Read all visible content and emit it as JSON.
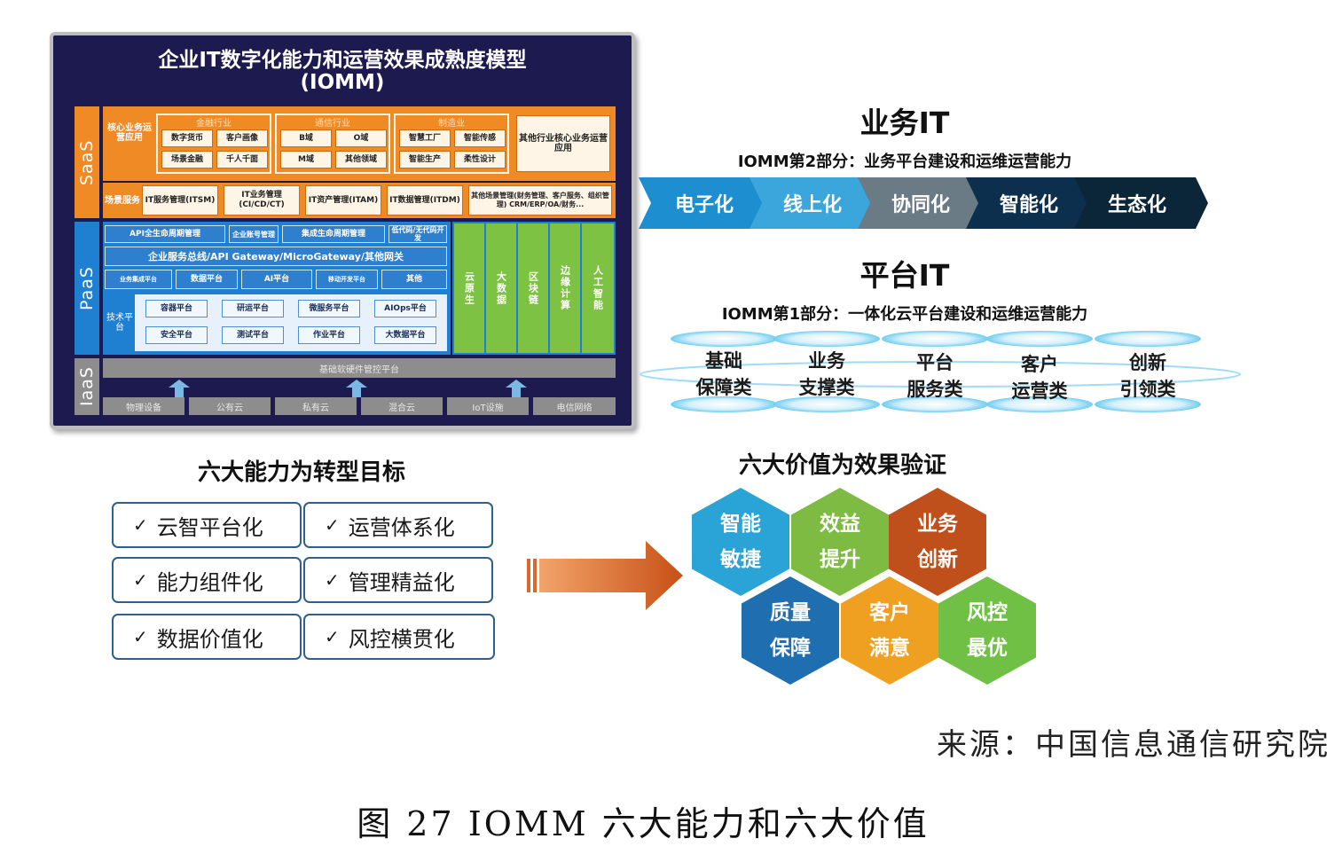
{
  "architecture": {
    "title_line1": "企业IT数字化能力和运营效果成熟度模型",
    "title_line2": "(IOMM)",
    "layers": {
      "saas": "SaaS",
      "paas": "PaaS",
      "iaas": "IaaS"
    },
    "saas": {
      "core_label": "核心业务运营应用",
      "groups": [
        {
          "name": "金融行业",
          "items": [
            "数字货币",
            "客户画像",
            "场景金融",
            "千人千面"
          ]
        },
        {
          "name": "通信行业",
          "items": [
            "B域",
            "O域",
            "M域",
            "其他领域"
          ]
        },
        {
          "name": "制造业",
          "items": [
            "智慧工厂",
            "智能传感",
            "智能生产",
            "柔性设计"
          ]
        }
      ],
      "other_industry": "其他行业核心业务运营应用",
      "scene_label": "场景服务",
      "scene_items": [
        "IT服务管理(ITSM)",
        "IT业务管理(CI/CD/CT)",
        "IT资产管理(ITAM)",
        "IT数据管理(ITDM)",
        "其他场景管理(财务管理、客户服务、组织管理) CRM/ERP/OA/财务..."
      ]
    },
    "paas": {
      "row1": [
        "API全生命周期管理",
        "企业账号管理",
        "集成生命周期管理",
        "低代码/无代码开发"
      ],
      "row2": "企业服务总线/API Gateway/MicroGateway/其他网关",
      "row3": [
        "业务集成平台",
        "数据平台",
        "AI平台",
        "移动开发平台",
        "其他"
      ],
      "tech_label": "技术平台",
      "tech_row1": [
        "容器平台",
        "研运平台",
        "微服务平台",
        "AIOps平台"
      ],
      "tech_row2": [
        "安全平台",
        "测试平台",
        "作业平台",
        "大数据平台"
      ],
      "vertical": [
        "云原生",
        "大数据",
        "区块链",
        "边缘计算",
        "人工智能"
      ]
    },
    "iaas": {
      "platform": "基础软硬件管控平台",
      "items": [
        "物理设备",
        "公有云",
        "私有云",
        "混合云",
        "IoT设施",
        "电信网络"
      ]
    }
  },
  "business_it": {
    "title": "业务IT",
    "subtitle": "IOMM第2部分：业务平台建设和运维运营能力",
    "stages": [
      "电子化",
      "线上化",
      "协同化",
      "智能化",
      "生态化"
    ],
    "colors": [
      "#1d8fd0",
      "#3aa6dc",
      "#6a7b86",
      "#0d2f4e",
      "#0b2639"
    ]
  },
  "platform_it": {
    "title": "平台IT",
    "subtitle": "IOMM第1部分：一体化云平台建设和运维运营能力",
    "items": [
      {
        "l1": "基础",
        "l2": "保障类"
      },
      {
        "l1": "业务",
        "l2": "支撑类"
      },
      {
        "l1": "平台",
        "l2": "服务类"
      },
      {
        "l1": "客户",
        "l2": "运营类"
      },
      {
        "l1": "创新",
        "l2": "引领类"
      }
    ]
  },
  "capabilities": {
    "title": "六大能力为转型目标",
    "check": "✓",
    "items": [
      "云智平台化",
      "运营体系化",
      "能力组件化",
      "管理精益化",
      "数据价值化",
      "风控横贯化"
    ]
  },
  "values": {
    "title": "六大价值为效果验证",
    "items": [
      {
        "l1": "智能",
        "l2": "敏捷",
        "color": "#2aa3d6"
      },
      {
        "l1": "效益",
        "l2": "提升",
        "color": "#7dbb42"
      },
      {
        "l1": "业务",
        "l2": "创新",
        "color": "#c0501b"
      },
      {
        "l1": "质量",
        "l2": "保障",
        "color": "#1f6fb0"
      },
      {
        "l1": "客户",
        "l2": "满意",
        "color": "#f0a020"
      },
      {
        "l1": "风控",
        "l2": "最优",
        "color": "#6fc044"
      }
    ]
  },
  "source": "来源：中国信息通信研究院",
  "caption": "图 27 IOMM 六大能力和六大价值"
}
